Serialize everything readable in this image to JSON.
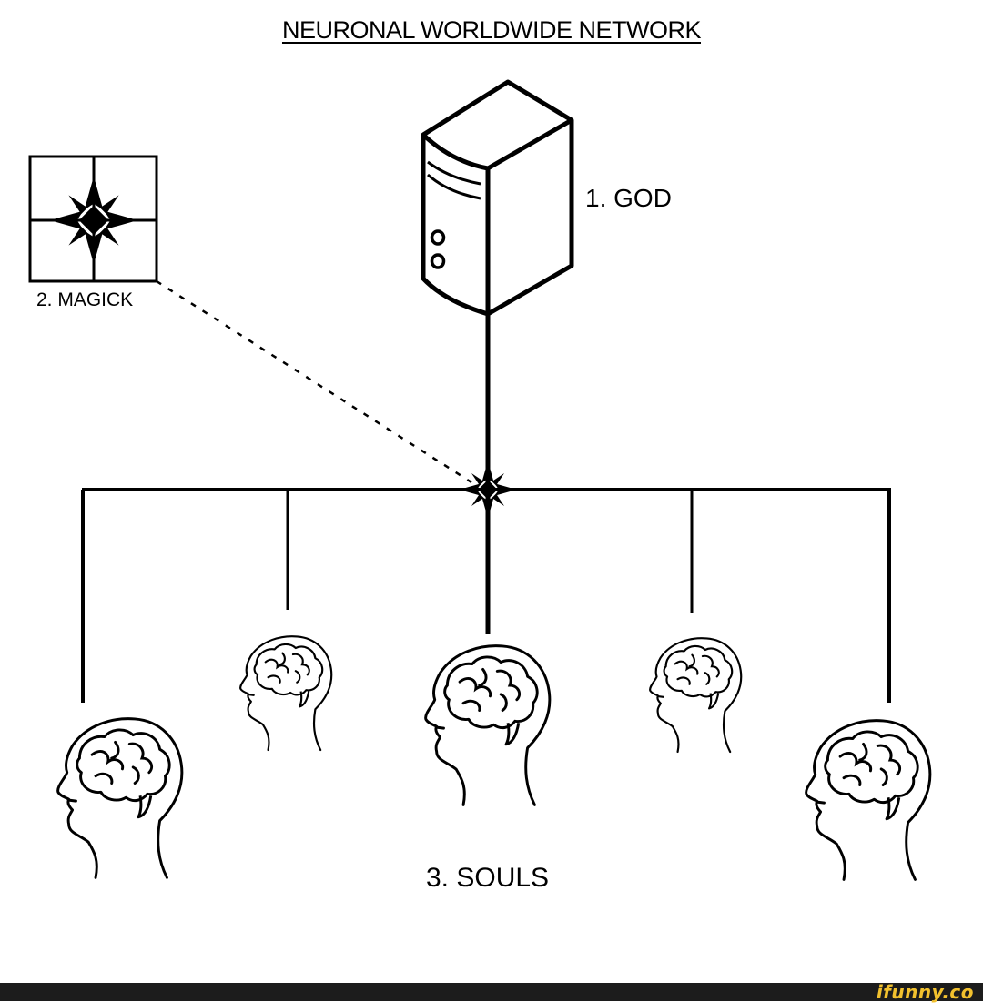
{
  "title": "NEURONAL WORLDWIDE NETWORK",
  "nodes": {
    "god": {
      "label": "1. GOD",
      "icon": "server-icon"
    },
    "magick": {
      "label": "2. MAGICK",
      "icon": "chaos-star-icon"
    },
    "souls": {
      "label": "3. SOULS",
      "icon": "head-brain-icon",
      "count": 5
    }
  },
  "edges": [
    {
      "from": "god",
      "to": "hub",
      "style": "solid"
    },
    {
      "from": "magick",
      "to": "hub",
      "style": "dashed"
    },
    {
      "from": "hub",
      "to": "souls",
      "style": "solid"
    }
  ],
  "footer": {
    "watermark": "ifunny.co"
  },
  "colors": {
    "line": "#000000",
    "background": "#ffffff",
    "footer_bar": "#1c1c1c",
    "watermark": "#f2c12e"
  }
}
